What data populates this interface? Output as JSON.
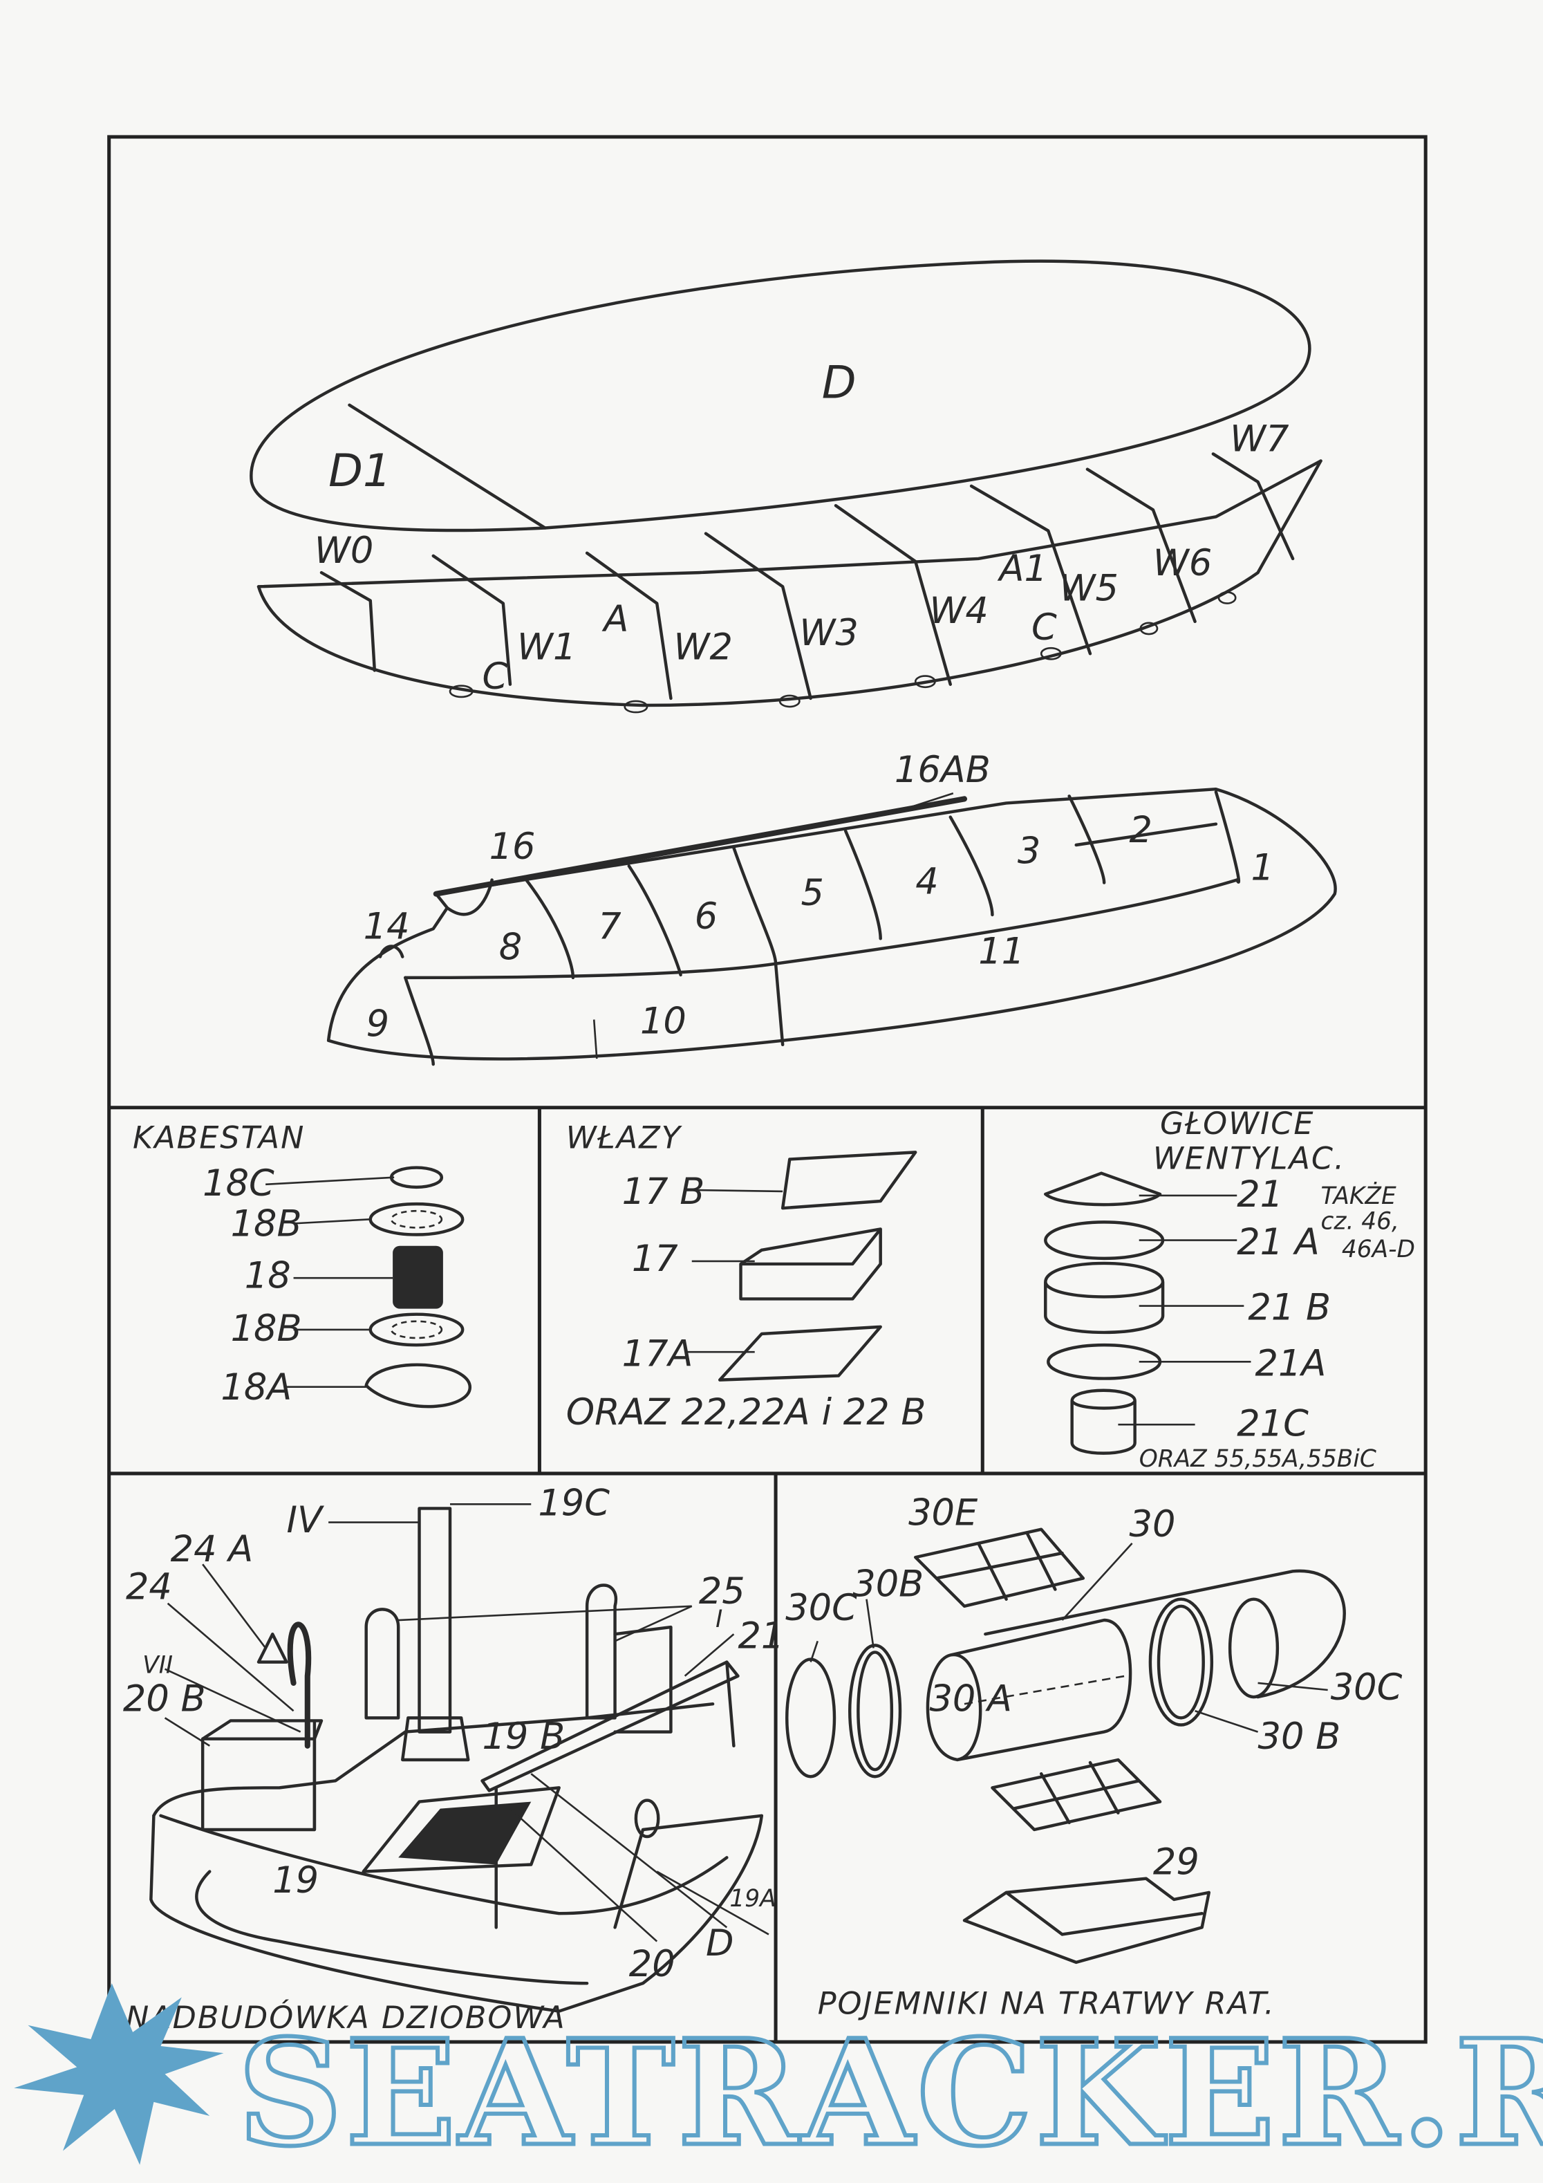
{
  "hull_top": {
    "labels": [
      "D",
      "D1",
      "W0",
      "W1",
      "A",
      "W2",
      "W3",
      "W4",
      "C",
      "A1",
      "W5",
      "W6",
      "W7",
      "C"
    ]
  },
  "hull_side": {
    "labels": [
      "16AB",
      "16",
      "14",
      "1",
      "2",
      "3",
      "4",
      "5",
      "6",
      "7",
      "8",
      "9",
      "10",
      "11"
    ]
  },
  "kabestan": {
    "title": "KABESTAN",
    "labels": [
      "18C",
      "18B",
      "18",
      "18B",
      "18A"
    ]
  },
  "wlazy": {
    "title": "WŁAZY",
    "labels": [
      "17 B",
      "17",
      "17A"
    ],
    "note": "ORAZ  22,22A i 22 B"
  },
  "glowice": {
    "title_line1": "GŁOWICE",
    "title_line2": "WENTYLAC.",
    "labels": [
      "21",
      "21 A",
      "21 B",
      "21A",
      "21C"
    ],
    "side_note": [
      "TAKŻE",
      "cz. 46,",
      "46A-D"
    ],
    "note": "ORAZ  55,55A,55BiC"
  },
  "nadbudowka": {
    "title": "NADBUDÓWKA DZIOBOWA",
    "labels": [
      "IV",
      "19C",
      "24 A",
      "24",
      "VII",
      "20 B",
      "25",
      "I",
      "21",
      "19 B",
      "19",
      "20",
      "D",
      "19A"
    ]
  },
  "pojemniki": {
    "title": "POJEMNIKI NA TRATWY RAT.",
    "labels": [
      "30E",
      "30",
      "30C",
      "30B",
      "30 A",
      "30C",
      "30 B",
      "29"
    ]
  },
  "watermark": {
    "text": "SEATRACKER.RU",
    "color": "#5fa3c9"
  }
}
